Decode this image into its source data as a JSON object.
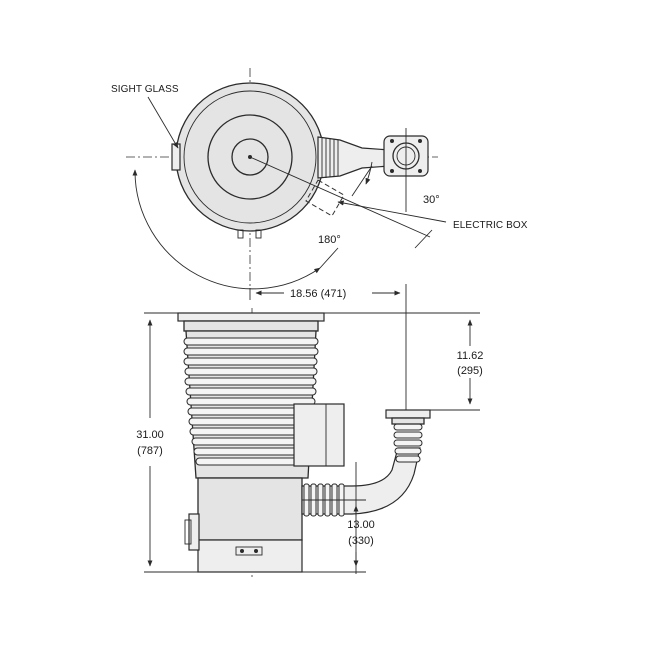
{
  "labels": {
    "sight_glass": "SIGHT GLASS",
    "electric_box": "ELECTRIC BOX",
    "angle_30": "30°",
    "angle_180": "180°",
    "dim_width": "18.56 (471)",
    "dim_top_in": "11.62",
    "dim_top_mm": "(295)",
    "dim_height_in": "31.00",
    "dim_height_mm": "(787)",
    "dim_bottom_in": "13.00",
    "dim_bottom_mm": "(330)"
  },
  "colors": {
    "line": "#2b2b2b",
    "body_fill": "#e4e4e4",
    "background": "#ffffff"
  }
}
